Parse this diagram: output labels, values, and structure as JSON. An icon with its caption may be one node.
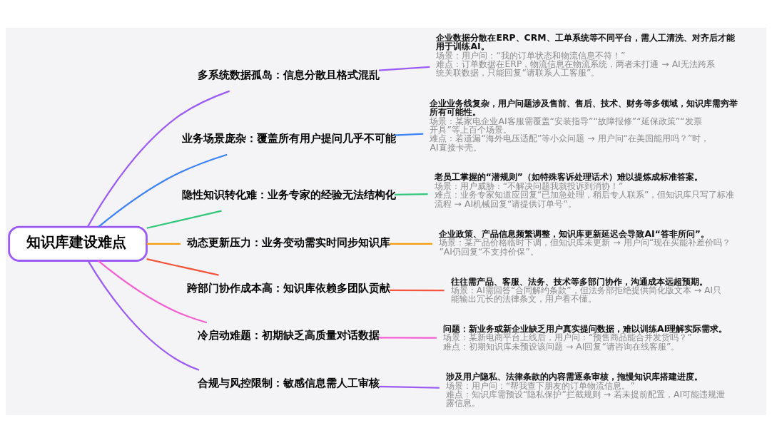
{
  "diagram": {
    "nodes": [
      {
        "text": [
          "知识库建设难点"
        ]
      },
      {
        "text": [
          "多系统数据孤岛：信息分散且格式混乱"
        ]
      },
      {
        "text": [
          "业务场景庞杂：覆盖所有用户提问几乎不可能"
        ]
      },
      {
        "text": [
          "隐性知识转化难：业务专家的经验无法结构化"
        ]
      },
      {
        "text": [
          "动态更新压力：业务变动需实时同步知识库"
        ]
      },
      {
        "text": [
          "跨部门协作成本高：知识库依赖多团队贡献"
        ]
      },
      {
        "text": [
          "冷启动难题：初期缺乏高质量对话数据"
        ]
      },
      {
        "text": [
          "合规与风控限制：敏感信息需人工审核"
        ]
      },
      {
        "text": [
          "企业数据分散在ERP、CRM、工单系统等不同平台，需人工清洗、对齐后才能用于训练AI。",
          "场景：用户问：“我的订单状态和物流信息不符！”",
          "难点：订单数据在ERP，物流信息在物流系统，两者未打通 → AI无法跨系统关联数据，只能回复“请联系人工客服”。"
        ]
      },
      {
        "text": [
          "企业业务线复杂，用户问题涉及售前、售后、技术、财务等多领域，知识库需穷举所有可能性。",
          "场景：某家电企业AI客服需覆盖“安装指导”“故障报修”“延保政策”“发票开具”等上百个场景。",
          "难点：若遗漏“海外电压适配”等小众问题 → 用户问“在美国能用吗？”时，AI直接卡壳。"
        ]
      },
      {
        "text": [
          "老员工掌握的“潜规则”（如特殊客诉处理话术）难以提炼成标准答案。",
          "场景：用户威胁：“不解决问题我就投诉到消协！”",
          "难点：业务专家知道应回复“已加急处理，稍后专人联系”，但知识库只写了标准流程 → AI机械回复“请提供订单号”。"
        ]
      },
      {
        "text": [
          "企业政策、产品信息频繁调整，知识库更新延迟会导致AI“答非所问”。",
          "场景：某产品价格临时下调，但知识库未更新 → 用户问“现在买能补差价吗？”AI仍回复“不支持价保”。"
        ]
      },
      {
        "text": [
          "往往需产品、客服、法务、技术等多部门协作，沟通成本远超预期。",
          "场景：AI需回答“合同解约条款”，但法务部拒绝提供简化版文本 → AI只能输出冗长的法律条文，用户看不懂。"
        ]
      },
      {
        "text": [
          "问题：新业务或新企业缺乏用户真实提问数据，难以训练AI理解实际需求。",
          "场景：某新电商平台上线后，用户问：“预售商品能合并发货吗？”",
          "难点：初期知识库未预设该问题 → AI回复“请咨询在线客服”。"
        ]
      },
      {
        "text": [
          "涉及用户隐私、法律条款的内容需逐条审核，拖慢知识库搭建进度。",
          "场景：用户问：“帮我查下朋友的订单物流信息。”",
          "难点：知识库需预设“隐私保护”拦截规则 → 若未提前配置，AI可能违规泄露信息。"
        ]
      }
    ],
    "edges": [
      {
        "from": 0,
        "to": 1,
        "arrow": "none",
        "color": "#9b5cf6"
      },
      {
        "from": 1,
        "to": 8,
        "arrow": "none",
        "color": "#9b5cf6"
      },
      {
        "from": 0,
        "to": 2,
        "arrow": "none",
        "color": "#3b82f6"
      },
      {
        "from": 2,
        "to": 9,
        "arrow": "none",
        "color": "#3b82f6"
      },
      {
        "from": 0,
        "to": 3,
        "arrow": "none",
        "color": "#34c77b"
      },
      {
        "from": 3,
        "to": 10,
        "arrow": "none",
        "color": "#34c77b"
      },
      {
        "from": 0,
        "to": 4,
        "arrow": "none",
        "color": "#f59e0b"
      },
      {
        "from": 4,
        "to": 11,
        "arrow": "none",
        "color": "#f59e0b"
      },
      {
        "from": 0,
        "to": 5,
        "arrow": "none",
        "color": "#f4553b"
      },
      {
        "from": 5,
        "to": 12,
        "arrow": "none",
        "color": "#f4553b"
      },
      {
        "from": 0,
        "to": 6,
        "arrow": "none",
        "color": "#f45fd0"
      },
      {
        "from": 6,
        "to": 13,
        "arrow": "none",
        "color": "#f45fd0"
      },
      {
        "from": 0,
        "to": 7,
        "arrow": "none",
        "color": "#9b5cf6"
      },
      {
        "from": 7,
        "to": 14,
        "arrow": "none",
        "color": "#9b5cf6"
      }
    ]
  }
}
